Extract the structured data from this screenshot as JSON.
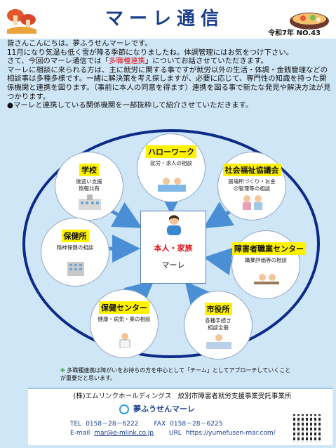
{
  "header": {
    "title": "マーレ通信",
    "issue": "令和7年  NO.43"
  },
  "intro": {
    "p1": "皆さんこんにちは。夢ふうせんマーレです。",
    "p2": "11月になり気温も低く雪が降る季節になりましたね。体調管理にはお気をつけ下さい。",
    "p3_before": "さて、今回のマーレ通信では「",
    "p3_highlight": "多職種連携",
    "p3_after": "」についてお話させていただきます。",
    "p4": "マーレに相談に来られる方は、主に就労に関する事ですが就労以外の生活・体調・金銭管理などの相談事は多種多様です。一緒に解決策を考え探しますが、必要に応じて、専門性の知識を持った関係機関と連携を図ります。（事前に本人の同意を得ます）連携を図る事で新たな発見や解決方法が見つかります。",
    "p5": "●マーレと連携している関係機関を一部抜粋して紹介させていただきます。"
  },
  "diagram": {
    "center_label": "本人・家族",
    "center_sub": "マーレ",
    "nodes": [
      {
        "title": "ハローワーク",
        "desc": "就労・求人の相談"
      },
      {
        "title": "学校",
        "desc": "後追い支援\n情報共有"
      },
      {
        "title": "社会福祉協議会",
        "desc": "居場所づくり・お金\nの管理等の相談"
      },
      {
        "title": "保健所",
        "desc": "精神保健の相談"
      },
      {
        "title": "障害者職業センター",
        "desc": "職業評価等の相談"
      },
      {
        "title": "保健センター",
        "desc": "健康・病気・薬の相談"
      },
      {
        "title": "市役所",
        "desc": "各種手続き\n相談全般"
      }
    ]
  },
  "note": "多職種連携は障がいをお持ちの方を中心として「チーム」としてアプローチしていくことが重要だと思います。",
  "footer": {
    "company": "(株)エムリンクホールディングス　紋別市障害者就労支援事業受託事業所",
    "logo": "夢ふうせんマーレ",
    "tel_label": "TEL",
    "tel": "0158－28－6222",
    "fax_label": "FAX",
    "fax": "0158－28－6225",
    "email_label": "E-mail",
    "email": "mar@e-mlink.co.jp",
    "url_label": "URL",
    "url": "https://yumefusen-mar.com/"
  },
  "colors": {
    "background": "#cfe6f6",
    "title": "#1a3e8c",
    "oval": "#0a2b8a",
    "highlight": "#fff200",
    "accent_red": "#e0141e"
  }
}
